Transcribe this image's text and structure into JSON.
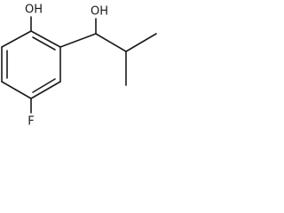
{
  "structure": {
    "atoms": {
      "phenol_oh": "OH",
      "alcohol_oh": "OH",
      "fluorine": "F"
    }
  }
}
